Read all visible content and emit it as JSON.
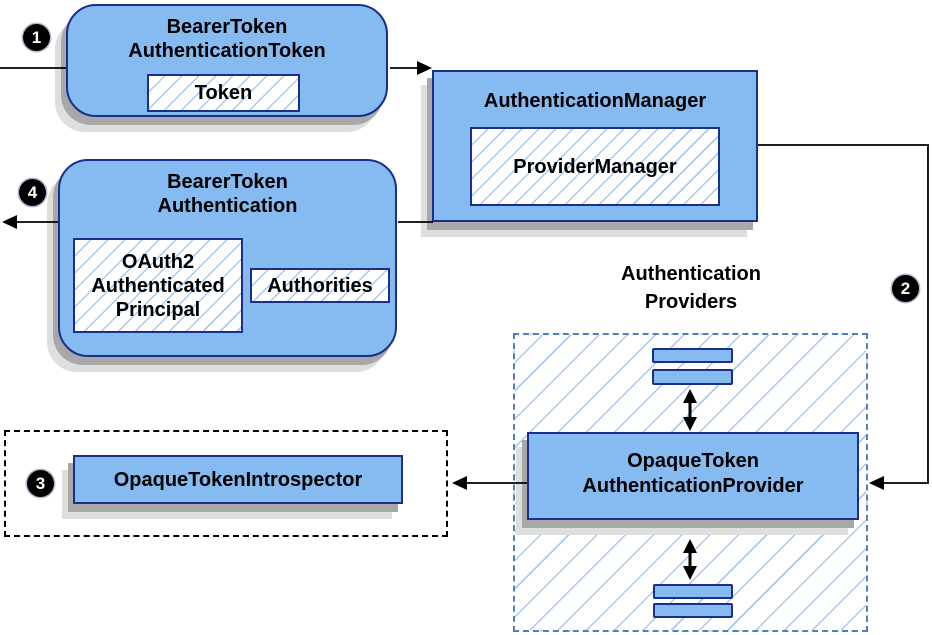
{
  "colors": {
    "node_fill": "#85BBF0",
    "node_border": "#1A2E8C",
    "hatch_line": "#A5C9EF",
    "providers_frame_border": "#4D80BD",
    "introspector_frame_border": "#000000",
    "arrow": "#000000",
    "shadow_dark": "#A8A8A8",
    "shadow_light": "#DEDEDE",
    "badge_bg": "#000000",
    "badge_text": "#FFFFFF"
  },
  "badges": {
    "step1": "1",
    "step2": "2",
    "step3": "3",
    "step4": "4"
  },
  "nodes": {
    "bearer_token_authentication_token": {
      "title_lines": [
        "BearerToken",
        "AuthenticationToken"
      ],
      "token_label": "Token"
    },
    "authentication_manager": {
      "title": "AuthenticationManager",
      "provider_manager_label": "ProviderManager"
    },
    "bearer_token_authentication": {
      "title_lines": [
        "BearerToken",
        "Authentication"
      ],
      "principal_lines": [
        "OAuth2",
        "Authenticated",
        "Principal"
      ],
      "authorities_label": "Authorities"
    },
    "opaque_token_introspector": {
      "title": "OpaqueTokenIntrospector"
    },
    "authentication_providers": {
      "label_lines": [
        "Authentication",
        "Providers"
      ]
    },
    "opaque_token_authentication_provider": {
      "title_lines": [
        "OpaqueToken",
        "AuthenticationProvider"
      ]
    }
  }
}
